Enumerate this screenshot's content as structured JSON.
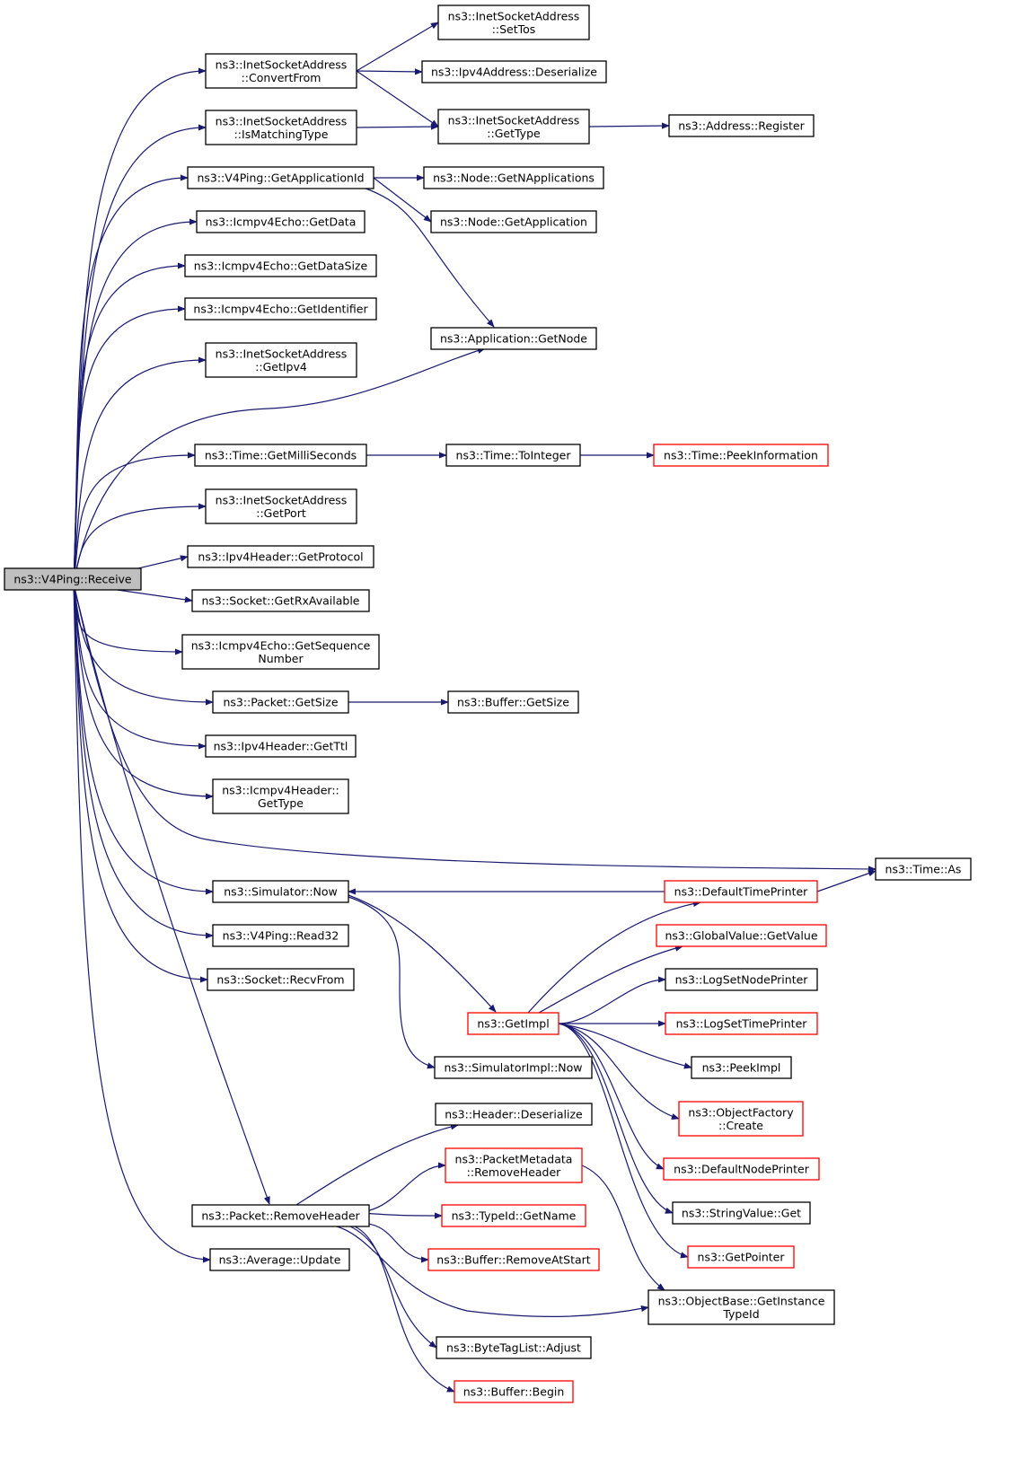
{
  "colors": {
    "edge": "#191970",
    "node_border": "#000000",
    "node_border_truncated": "#ff0000",
    "root_fill": "#bfbfbf",
    "node_fill": "#ffffff"
  },
  "root_node": {
    "id": "receive",
    "lines": [
      "ns3::V4Ping::Receive"
    ]
  },
  "nodes": [
    {
      "id": "convertfrom",
      "lines": [
        "ns3::InetSocketAddress",
        "::ConvertFrom"
      ],
      "truncated": false
    },
    {
      "id": "ismatching",
      "lines": [
        "ns3::InetSocketAddress",
        "::IsMatchingType"
      ],
      "truncated": false
    },
    {
      "id": "getappid",
      "lines": [
        "ns3::V4Ping::GetApplicationId"
      ],
      "truncated": false
    },
    {
      "id": "echo_getdata",
      "lines": [
        "ns3::Icmpv4Echo::GetData"
      ],
      "truncated": false
    },
    {
      "id": "echo_getdatasize",
      "lines": [
        "ns3::Icmpv4Echo::GetDataSize"
      ],
      "truncated": false
    },
    {
      "id": "echo_getid",
      "lines": [
        "ns3::Icmpv4Echo::GetIdentifier"
      ],
      "truncated": false
    },
    {
      "id": "getipv4",
      "lines": [
        "ns3::InetSocketAddress",
        "::GetIpv4"
      ],
      "truncated": false
    },
    {
      "id": "getmilli",
      "lines": [
        "ns3::Time::GetMilliSeconds"
      ],
      "truncated": false
    },
    {
      "id": "getport",
      "lines": [
        "ns3::InetSocketAddress",
        "::GetPort"
      ],
      "truncated": false
    },
    {
      "id": "getprotocol",
      "lines": [
        "ns3::Ipv4Header::GetProtocol"
      ],
      "truncated": false
    },
    {
      "id": "getrxavail",
      "lines": [
        "ns3::Socket::GetRxAvailable"
      ],
      "truncated": false
    },
    {
      "id": "getseq",
      "lines": [
        "ns3::Icmpv4Echo::GetSequence",
        "Number"
      ],
      "truncated": false
    },
    {
      "id": "pkt_getsize",
      "lines": [
        "ns3::Packet::GetSize"
      ],
      "truncated": false
    },
    {
      "id": "getttl",
      "lines": [
        "ns3::Ipv4Header::GetTtl"
      ],
      "truncated": false
    },
    {
      "id": "icmp_gettype",
      "lines": [
        "ns3::Icmpv4Header::",
        "GetType"
      ],
      "truncated": false
    },
    {
      "id": "sim_now",
      "lines": [
        "ns3::Simulator::Now"
      ],
      "truncated": false
    },
    {
      "id": "read32",
      "lines": [
        "ns3::V4Ping::Read32"
      ],
      "truncated": false
    },
    {
      "id": "recvfrom",
      "lines": [
        "ns3::Socket::RecvFrom"
      ],
      "truncated": false
    },
    {
      "id": "removeheader",
      "lines": [
        "ns3::Packet::RemoveHeader"
      ],
      "truncated": false
    },
    {
      "id": "avg_update",
      "lines": [
        "ns3::Average::Update"
      ],
      "truncated": false
    },
    {
      "id": "settos",
      "lines": [
        "ns3::InetSocketAddress",
        "::SetTos"
      ],
      "truncated": false
    },
    {
      "id": "ipv4_deser",
      "lines": [
        "ns3::Ipv4Address::Deserialize"
      ],
      "truncated": false
    },
    {
      "id": "isa_gettype",
      "lines": [
        "ns3::InetSocketAddress",
        "::GetType"
      ],
      "truncated": false
    },
    {
      "id": "addr_register",
      "lines": [
        "ns3::Address::Register"
      ],
      "truncated": false
    },
    {
      "id": "getnapps",
      "lines": [
        "ns3::Node::GetNApplications"
      ],
      "truncated": false
    },
    {
      "id": "getapp",
      "lines": [
        "ns3::Node::GetApplication"
      ],
      "truncated": false
    },
    {
      "id": "app_getnode",
      "lines": [
        "ns3::Application::GetNode"
      ],
      "truncated": false
    },
    {
      "id": "tointeger",
      "lines": [
        "ns3::Time::ToInteger"
      ],
      "truncated": false
    },
    {
      "id": "peekinfo",
      "lines": [
        "ns3::Time::PeekInformation"
      ],
      "truncated": true
    },
    {
      "id": "buf_getsize",
      "lines": [
        "ns3::Buffer::GetSize"
      ],
      "truncated": false
    },
    {
      "id": "time_as",
      "lines": [
        "ns3::Time::As"
      ],
      "truncated": false
    },
    {
      "id": "deftimeprinter",
      "lines": [
        "ns3::DefaultTimePrinter"
      ],
      "truncated": true
    },
    {
      "id": "getvalue",
      "lines": [
        "ns3::GlobalValue::GetValue"
      ],
      "truncated": true
    },
    {
      "id": "logsetnode",
      "lines": [
        "ns3::LogSetNodePrinter"
      ],
      "truncated": false
    },
    {
      "id": "logsettime",
      "lines": [
        "ns3::LogSetTimePrinter"
      ],
      "truncated": true
    },
    {
      "id": "getimpl",
      "lines": [
        "ns3::GetImpl"
      ],
      "truncated": true
    },
    {
      "id": "peekimpl",
      "lines": [
        "ns3::PeekImpl"
      ],
      "truncated": false
    },
    {
      "id": "simimpl_now",
      "lines": [
        "ns3::SimulatorImpl::Now"
      ],
      "truncated": false
    },
    {
      "id": "objfactory_create",
      "lines": [
        "ns3::ObjectFactory",
        "::Create"
      ],
      "truncated": true
    },
    {
      "id": "hdr_deser",
      "lines": [
        "ns3::Header::Deserialize"
      ],
      "truncated": false
    },
    {
      "id": "pm_removeheader",
      "lines": [
        "ns3::PacketMetadata",
        "::RemoveHeader"
      ],
      "truncated": true
    },
    {
      "id": "defnodeprinter",
      "lines": [
        "ns3::DefaultNodePrinter"
      ],
      "truncated": true
    },
    {
      "id": "typeid_getname",
      "lines": [
        "ns3::TypeId::GetName"
      ],
      "truncated": true
    },
    {
      "id": "stringvalue_get",
      "lines": [
        "ns3::StringValue::Get"
      ],
      "truncated": false
    },
    {
      "id": "buf_removeatstart",
      "lines": [
        "ns3::Buffer::RemoveAtStart"
      ],
      "truncated": true
    },
    {
      "id": "getpointer",
      "lines": [
        "ns3::GetPointer"
      ],
      "truncated": true
    },
    {
      "id": "objbase_getinst",
      "lines": [
        "ns3::ObjectBase::GetInstance",
        "TypeId"
      ],
      "truncated": false
    },
    {
      "id": "bytetag_adjust",
      "lines": [
        "ns3::ByteTagList::Adjust"
      ],
      "truncated": false
    },
    {
      "id": "buf_begin",
      "lines": [
        "ns3::Buffer::Begin"
      ],
      "truncated": true
    }
  ],
  "edges": [
    [
      "receive",
      "convertfrom"
    ],
    [
      "receive",
      "ismatching"
    ],
    [
      "receive",
      "getappid"
    ],
    [
      "receive",
      "echo_getdata"
    ],
    [
      "receive",
      "echo_getdatasize"
    ],
    [
      "receive",
      "echo_getid"
    ],
    [
      "receive",
      "getipv4"
    ],
    [
      "receive",
      "app_getnode"
    ],
    [
      "receive",
      "getmilli"
    ],
    [
      "receive",
      "getport"
    ],
    [
      "receive",
      "getprotocol"
    ],
    [
      "receive",
      "getrxavail"
    ],
    [
      "receive",
      "getseq"
    ],
    [
      "receive",
      "pkt_getsize"
    ],
    [
      "receive",
      "getttl"
    ],
    [
      "receive",
      "icmp_gettype"
    ],
    [
      "receive",
      "time_as"
    ],
    [
      "receive",
      "sim_now"
    ],
    [
      "receive",
      "read32"
    ],
    [
      "receive",
      "recvfrom"
    ],
    [
      "receive",
      "removeheader"
    ],
    [
      "receive",
      "avg_update"
    ],
    [
      "convertfrom",
      "settos"
    ],
    [
      "convertfrom",
      "ipv4_deser"
    ],
    [
      "convertfrom",
      "isa_gettype"
    ],
    [
      "ismatching",
      "isa_gettype"
    ],
    [
      "isa_gettype",
      "addr_register"
    ],
    [
      "getappid",
      "getnapps"
    ],
    [
      "getappid",
      "getapp"
    ],
    [
      "getappid",
      "app_getnode"
    ],
    [
      "getmilli",
      "tointeger"
    ],
    [
      "tointeger",
      "peekinfo"
    ],
    [
      "pkt_getsize",
      "buf_getsize"
    ],
    [
      "deftimeprinter",
      "time_as"
    ],
    [
      "deftimeprinter",
      "sim_now"
    ],
    [
      "sim_now",
      "getimpl"
    ],
    [
      "sim_now",
      "simimpl_now"
    ],
    [
      "getimpl",
      "deftimeprinter"
    ],
    [
      "getimpl",
      "getvalue"
    ],
    [
      "getimpl",
      "logsetnode"
    ],
    [
      "getimpl",
      "logsettime"
    ],
    [
      "getimpl",
      "peekimpl"
    ],
    [
      "getimpl",
      "objfactory_create"
    ],
    [
      "getimpl",
      "defnodeprinter"
    ],
    [
      "getimpl",
      "stringvalue_get"
    ],
    [
      "getimpl",
      "getpointer"
    ],
    [
      "removeheader",
      "hdr_deser"
    ],
    [
      "removeheader",
      "pm_removeheader"
    ],
    [
      "removeheader",
      "typeid_getname"
    ],
    [
      "removeheader",
      "buf_removeatstart"
    ],
    [
      "removeheader",
      "objbase_getinst"
    ],
    [
      "removeheader",
      "bytetag_adjust"
    ],
    [
      "removeheader",
      "buf_begin"
    ],
    [
      "pm_removeheader",
      "objbase_getinst"
    ]
  ]
}
